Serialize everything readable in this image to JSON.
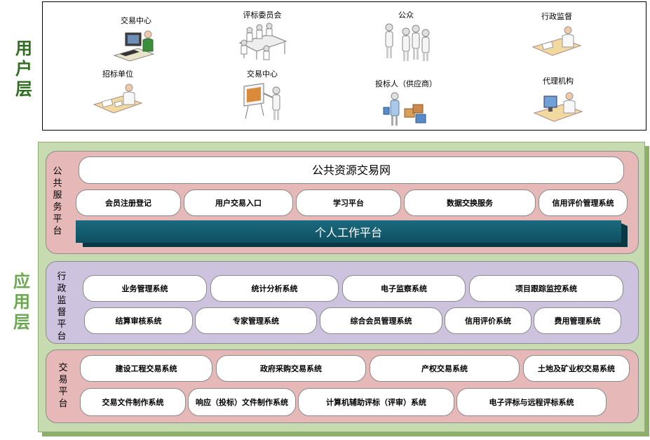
{
  "user_layer": {
    "label": "用户层",
    "actors": [
      {
        "label": "交易中心",
        "icon": "computer-operator-icon"
      },
      {
        "label": "评标委员会",
        "icon": "meeting-table-icon"
      },
      {
        "label": "公众",
        "icon": "people-group-icon"
      },
      {
        "label": "行政监督",
        "icon": "desk-worker-icon"
      },
      {
        "label": "招标单位",
        "icon": "desk-worker-icon"
      },
      {
        "label": "交易中心",
        "icon": "presentation-board-icon"
      },
      {
        "label": "投标人（供应商）",
        "icon": "bidder-boxes-icon"
      },
      {
        "label": "代理机构",
        "icon": "computer-desk-icon"
      }
    ]
  },
  "app_layer": {
    "label": "应用层",
    "public_platform": {
      "label": "公共服务平台",
      "portal": "公共资源交易网",
      "services": [
        "会员注册登记",
        "用户交易入口",
        "学习平台",
        "数据交换服务",
        "信用评价管理系统"
      ],
      "personal": "个人工作平台"
    },
    "admin_platform": {
      "label": "行政监督平台",
      "row1": [
        "业务管理系统",
        "统计分析系统",
        "电子监察系统",
        "项目跟踪监控系统"
      ],
      "row2": [
        "结算审核系统",
        "专家管理系统",
        "综合会员管理系统",
        "信用评价系统",
        "费用管理系统"
      ]
    },
    "trade_platform": {
      "label": "交易平台",
      "row1": [
        "建设工程交易系统",
        "政府采购交易系统",
        "产权交易系统",
        "土地及矿业权交易系统"
      ],
      "row2": [
        "交易文件制作系统",
        "响应（投标）文件制作系统",
        "计算机辅助评标（评审）系统",
        "电子评标与远程评标系统"
      ]
    }
  },
  "colors": {
    "user_label": "#2f6e1e",
    "app_label": "#6aa84f",
    "app_background": "#c6dcb0",
    "public_panel": "#e6b8b8",
    "admin_panel": "#cdc3df",
    "personal_bar": "#1b6a7e"
  }
}
